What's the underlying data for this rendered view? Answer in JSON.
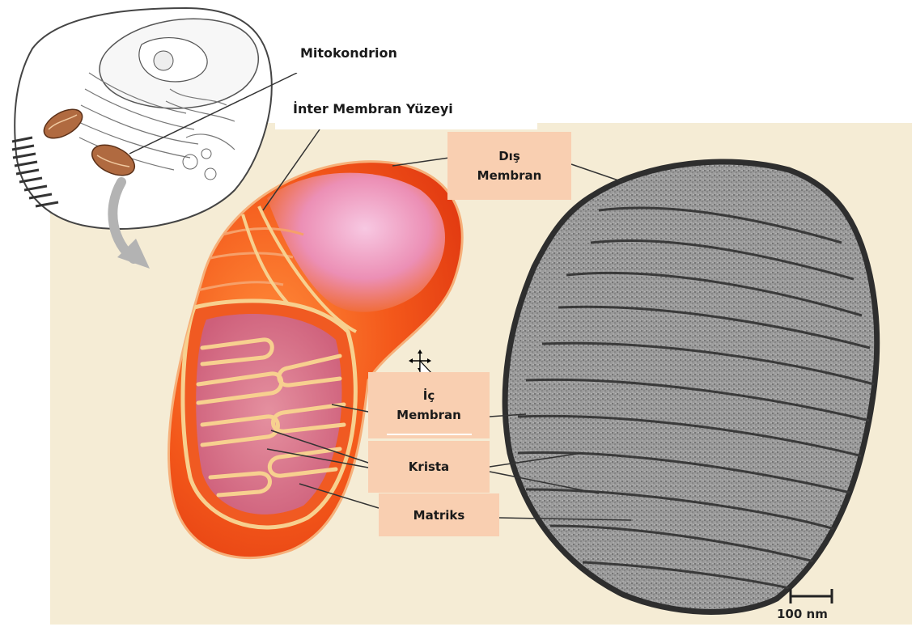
{
  "labels": {
    "mitochondrion": "Mitokondrion",
    "intermembrane": "İnter Membran  Yüzeyi",
    "outer_membrane_line1": "Dış",
    "outer_membrane_line2": "Membran",
    "inner_membrane_line1": "İç",
    "inner_membrane_line2": "Membran",
    "crista": "Krista",
    "matrix": "Matriks"
  },
  "scale_bar": {
    "text": "100 nm"
  },
  "colors": {
    "background_panel": "#f5ecd5",
    "label_fill": "#f9cfb1",
    "mito_outer": "#f05a1e",
    "mito_inner": "#e8441a",
    "membrane_line": "#f3c27a",
    "matrix_pink": "#d77aa0",
    "micrograph": "#8f8f8f"
  }
}
